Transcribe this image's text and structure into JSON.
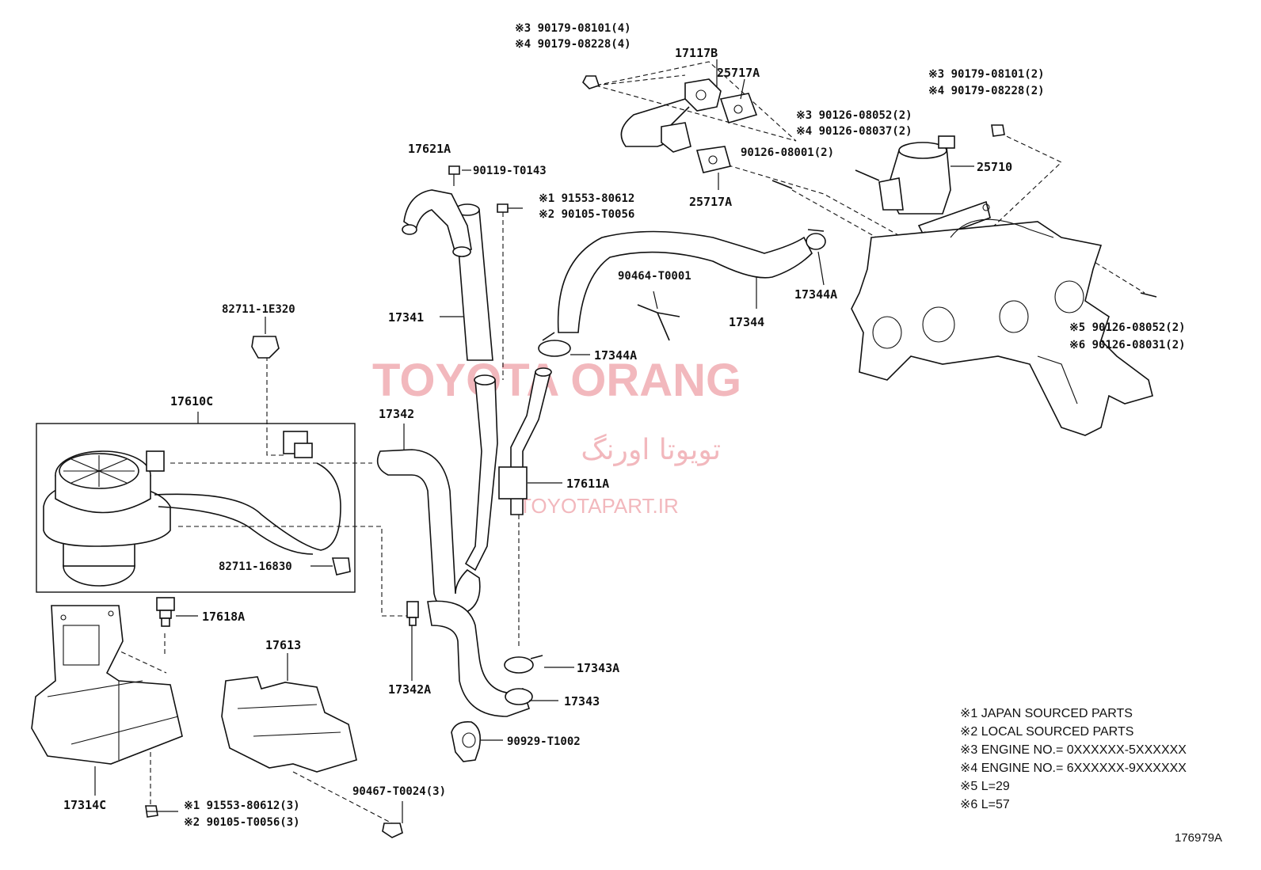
{
  "labels": {
    "clip_3_4": "※3 90179-08101(4)",
    "clip_4_4": "※4 90179-08228(4)",
    "p17117B": "17117B",
    "p25717A_top": "25717A",
    "nut_3_2": "※3 90179-08101(2)",
    "nut_4_2": "※4 90179-08228(2)",
    "stud_3_2": "※3 90126-08052(2)",
    "stud_4_2": "※4 90126-08037(2)",
    "p90126_08001": "90126-08001(2)",
    "p25710": "25710",
    "p25717A_bottom": "25717A",
    "p17621A": "17621A",
    "p90119_T0143": "90119-T0143",
    "bolt_1": "※1 91553-80612",
    "bolt_2": "※2 90105-T0056",
    "p90464_T0001": "90464-T0001",
    "p17344": "17344",
    "p17344A_right": "17344A",
    "p17344A_mid": "17344A",
    "p17341": "17341",
    "p82711_1E320": "82711-1E320",
    "stud_5": "※5 90126-08052(2)",
    "stud_6": "※6 90126-08031(2)",
    "p17610C": "17610C",
    "p17342": "17342",
    "p17611A": "17611A",
    "p82711_16830": "82711-16830",
    "p17618A": "17618A",
    "p17613": "17613",
    "p17343A": "17343A",
    "p17342A": "17342A",
    "p17343": "17343",
    "p90929_T1002": "90929-T1002",
    "p17314C": "17314C",
    "p90467_T0024": "90467-T0024(3)",
    "bolt_1_3": "※1 91553-80612(3)",
    "bolt_2_3": "※2 90105-T0056(3)"
  },
  "notes": [
    "※1 JAPAN SOURCED PARTS",
    "※2 LOCAL SOURCED PARTS",
    "※3 ENGINE NO.= 0XXXXXX-5XXXXXX",
    "※4 ENGINE NO.= 6XXXXXX-9XXXXXX",
    "※5 L=29",
    "※6 L=57"
  ],
  "watermark": {
    "brand": "TOYOTA ORANG",
    "brand_fa": "تویوتا اورنگ",
    "url": "TOYOTAPART.IR"
  },
  "diagram_code": "176979A"
}
